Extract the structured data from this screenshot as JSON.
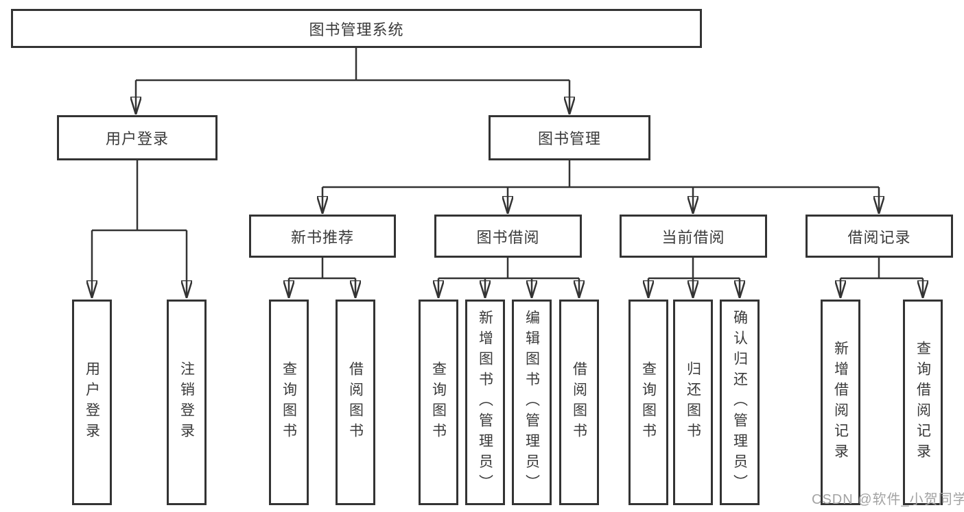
{
  "diagram": {
    "root": {
      "label": "图书管理系统"
    },
    "level2": [
      {
        "label": "用户登录"
      },
      {
        "label": "图书管理"
      }
    ],
    "level3": [
      {
        "label": "新书推荐"
      },
      {
        "label": "图书借阅"
      },
      {
        "label": "当前借阅"
      },
      {
        "label": "借阅记录"
      }
    ],
    "leaves": [
      {
        "label": "用户登录"
      },
      {
        "label": "注销登录"
      },
      {
        "label": "查询图书"
      },
      {
        "label": "借阅图书"
      },
      {
        "label": "查询图书"
      },
      {
        "label": "新增图书（管理员）"
      },
      {
        "label": "编辑图书（管理员）"
      },
      {
        "label": "借阅图书"
      },
      {
        "label": "查询图书"
      },
      {
        "label": "归还图书"
      },
      {
        "label": "确认归还（管理员）"
      },
      {
        "label": "新增借阅记录"
      },
      {
        "label": "查询借阅记录"
      }
    ],
    "watermark": "CSDN @软件_小贺同学",
    "colors": {
      "line": "#333333",
      "text": "#3a3a3a",
      "watermark": "#a3a3a3",
      "background": "#ffffff"
    }
  }
}
